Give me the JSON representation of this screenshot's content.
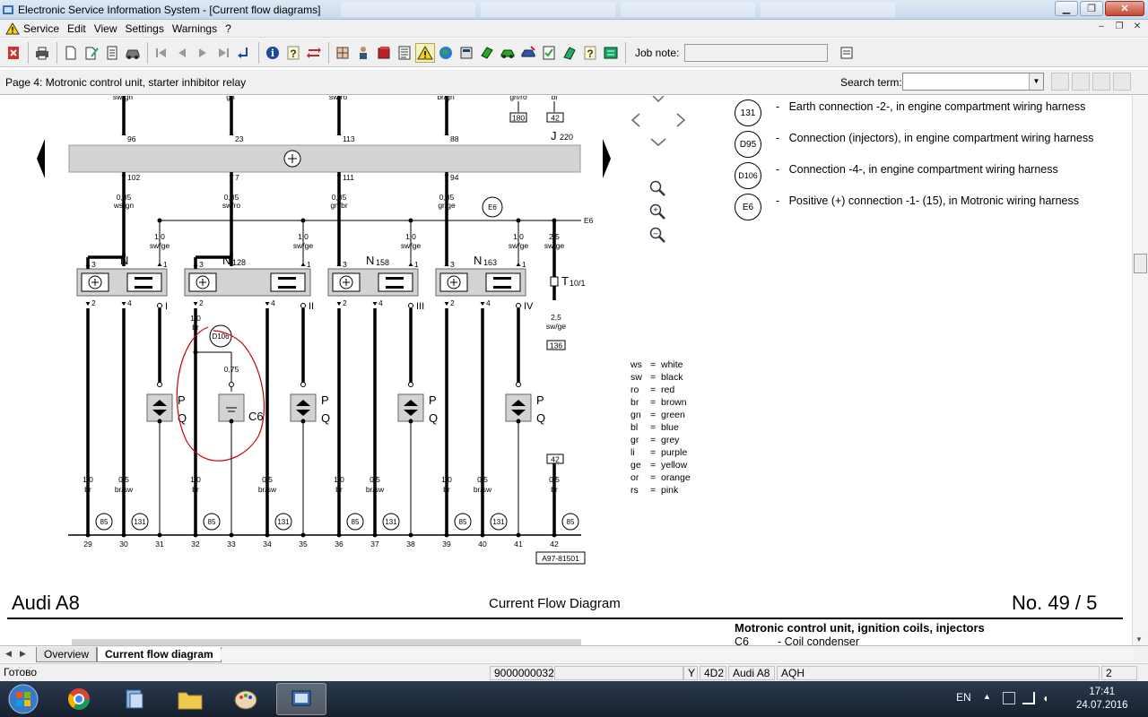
{
  "window": {
    "title": "Electronic Service Information System - [Current flow diagrams]"
  },
  "menu": {
    "items": [
      "Service",
      "Edit",
      "View",
      "Settings",
      "Warnings",
      "?"
    ]
  },
  "toolbar": {
    "job_note_label": "Job note:",
    "job_note_value": ""
  },
  "infobar": {
    "page_label": "Page 4: Motronic control unit, starter inhibitor relay",
    "search_label": "Search term:",
    "search_value": ""
  },
  "diagram": {
    "top_wires": [
      {
        "color": "sw/gn",
        "pin": "96"
      },
      {
        "color": "gn",
        "pin": "23"
      },
      {
        "color": "sw/ro",
        "pin": "113"
      },
      {
        "color": "br/gn",
        "pin": "88"
      },
      {
        "color": "gn/ro",
        "pin": "180"
      },
      {
        "color": "bl",
        "pin": "42"
      }
    ],
    "control_unit": {
      "code": "J",
      "sub": "220"
    },
    "ecu_out_pins": [
      "102",
      "7",
      "111",
      "94"
    ],
    "ecu_out_wires": [
      {
        "size": "0,35",
        "color": "ws/gn"
      },
      {
        "size": "0,35",
        "color": "sw/ro"
      },
      {
        "size": "0,35",
        "color": "gn/br"
      },
      {
        "size": "0,35",
        "color": "gr/ge"
      }
    ],
    "bus_label": "E6",
    "bus_circle": "E6",
    "supply_wires": [
      {
        "size": "1,0",
        "color": "sw/ge"
      },
      {
        "size": "1,0",
        "color": "sw/ge"
      },
      {
        "size": "1,0",
        "color": "sw/ge"
      },
      {
        "size": "1,0",
        "color": "sw/ge"
      },
      {
        "size": "2,5",
        "color": "sw/ge"
      }
    ],
    "coils": [
      {
        "code": "N",
        "sub": "",
        "roman": "I"
      },
      {
        "code": "N",
        "sub": "128",
        "roman": "II"
      },
      {
        "code": "N",
        "sub": "158",
        "roman": "III"
      },
      {
        "code": "N",
        "sub": "163",
        "roman": "IV"
      }
    ],
    "pin_numbers": {
      "p1": "1",
      "p2": "2",
      "p3": "3",
      "p4": "4"
    },
    "connector": {
      "code": "T",
      "sub": "10/1"
    },
    "lower_right_wire": {
      "size": "2,5",
      "color": "sw/ge",
      "box": "136"
    },
    "d106_circle": "D106",
    "d106_wire": {
      "size": "1,0",
      "color": "br"
    },
    "condenser_wire": "0,75",
    "condenser_label": "C6",
    "plug_labels": {
      "p": "P",
      "q": "Q"
    },
    "box_42": "42",
    "bottom_wires": [
      {
        "size": "1,0",
        "color": "br"
      },
      {
        "size": "0,5",
        "color": "br/sw"
      },
      {
        "size": "1,0",
        "color": "br"
      },
      {
        "size": "0,5",
        "color": "br/sw"
      },
      {
        "size": "1,0",
        "color": "br"
      },
      {
        "size": "0,5",
        "color": "br/sw"
      },
      {
        "size": "1,0",
        "color": "br"
      },
      {
        "size": "0,5",
        "color": "br/sw"
      },
      {
        "size": "0,5",
        "color": "br"
      }
    ],
    "earth_85": "85",
    "earth_131": "131",
    "bottom_numbers": [
      "29",
      "30",
      "31",
      "32",
      "33",
      "34",
      "35",
      "36",
      "37",
      "38",
      "39",
      "40",
      "41",
      "42"
    ],
    "ref_number": "A97-81501"
  },
  "legend": [
    {
      "code": "131",
      "text": "Earth connection -2-, in engine compartment wiring harness"
    },
    {
      "code": "D95",
      "text": "Connection (injectors), in engine compartment wiring harness"
    },
    {
      "code": "D106",
      "text": "Connection -4-, in engine compartment wiring harness"
    },
    {
      "code": "E6",
      "text": "Positive (+) connection -1- (15), in Motronic wiring harness"
    }
  ],
  "legend_dash": "-",
  "colour_codes": [
    {
      "abbr": "ws",
      "name": "white"
    },
    {
      "abbr": "sw",
      "name": "black"
    },
    {
      "abbr": "ro",
      "name": "red"
    },
    {
      "abbr": "br",
      "name": "brown"
    },
    {
      "abbr": "gn",
      "name": "green"
    },
    {
      "abbr": "bl",
      "name": "blue"
    },
    {
      "abbr": "gr",
      "name": "grey"
    },
    {
      "abbr": "li",
      "name": "purple"
    },
    {
      "abbr": "ge",
      "name": "yellow"
    },
    {
      "abbr": "or",
      "name": "orange"
    },
    {
      "abbr": "rs",
      "name": "pink"
    }
  ],
  "colour_eq": "=",
  "footer": {
    "model": "Audi A8",
    "title": "Current Flow Diagram",
    "number": "No.  49 / 5",
    "caption_title": "Motronic control unit, ignition coils, injectors",
    "caption_code": "C6",
    "caption_text": "-    Coil condenser"
  },
  "tabs": [
    {
      "label": "Overview",
      "active": false
    },
    {
      "label": "Current flow diagram",
      "active": true
    }
  ],
  "status": {
    "text": "Готово",
    "field1": "9000000032",
    "field2": "Y",
    "field3": "4D2",
    "field4": "Audi A8",
    "field5": "AQH",
    "field6": "2"
  },
  "taskbar": {
    "lang": "EN",
    "time": "17:41",
    "date": "24.07.2016"
  },
  "colors": {
    "accent": "#0050c8",
    "annotation": "#cc0000"
  }
}
